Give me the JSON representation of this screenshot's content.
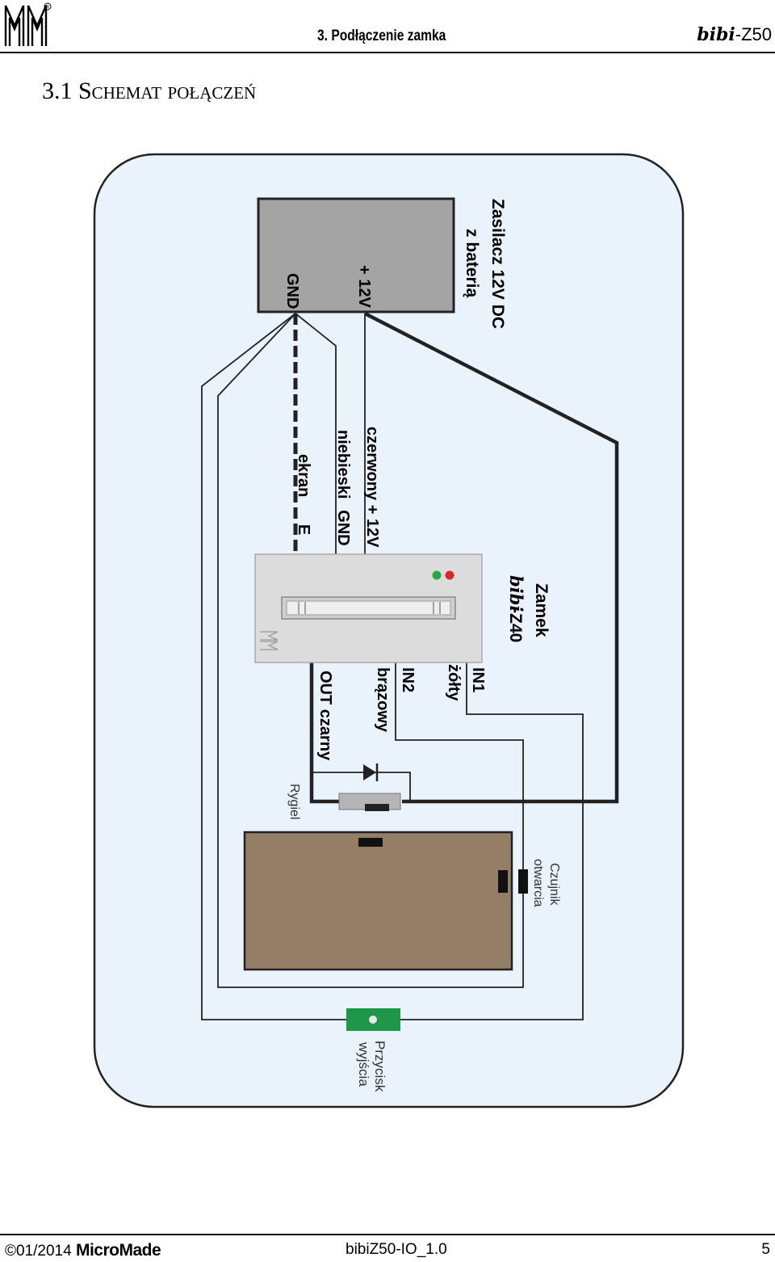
{
  "header": {
    "section_title": "3. Podłączenie zamka",
    "brand_bibi": "bibi",
    "brand_model": "-Z50"
  },
  "title": {
    "number": "3.1 ",
    "text": "Schemat połączeń"
  },
  "diagram": {
    "psu_label_line1": "Zasilacz 12V DC",
    "psu_label_line2": "z baterią",
    "psu_gnd": "GND",
    "psu_12v": "+ 12V",
    "wire_red": "czerwony + 12V",
    "wire_blue": "niebieski GND",
    "wire_screen": "ekran E",
    "lock_label": "Zamek",
    "lock_model_bibi": "bibi",
    "lock_model": "-Z40",
    "in1": "IN1",
    "in1_color": "żółty",
    "in2": "IN2",
    "in2_color": "brązowy",
    "out": "OUT czarny",
    "bolt": "Rygiel",
    "sensor_line1": "Czujnik",
    "sensor_line2": "otwarcia",
    "button_line1": "Przycisk",
    "button_line2": "wyjścia"
  },
  "colors": {
    "panel_bg": "#eaf2fb",
    "psu_fill": "#a4a4a4",
    "door_fill": "#947e66",
    "button_green": "#1f9748",
    "led_green": "#27a844",
    "led_red": "#d9272e"
  },
  "footer": {
    "copyright": "©01/2014 ",
    "company": "MicroMade",
    "doc": "bibiZ50-IO_1.0",
    "page": "5"
  }
}
